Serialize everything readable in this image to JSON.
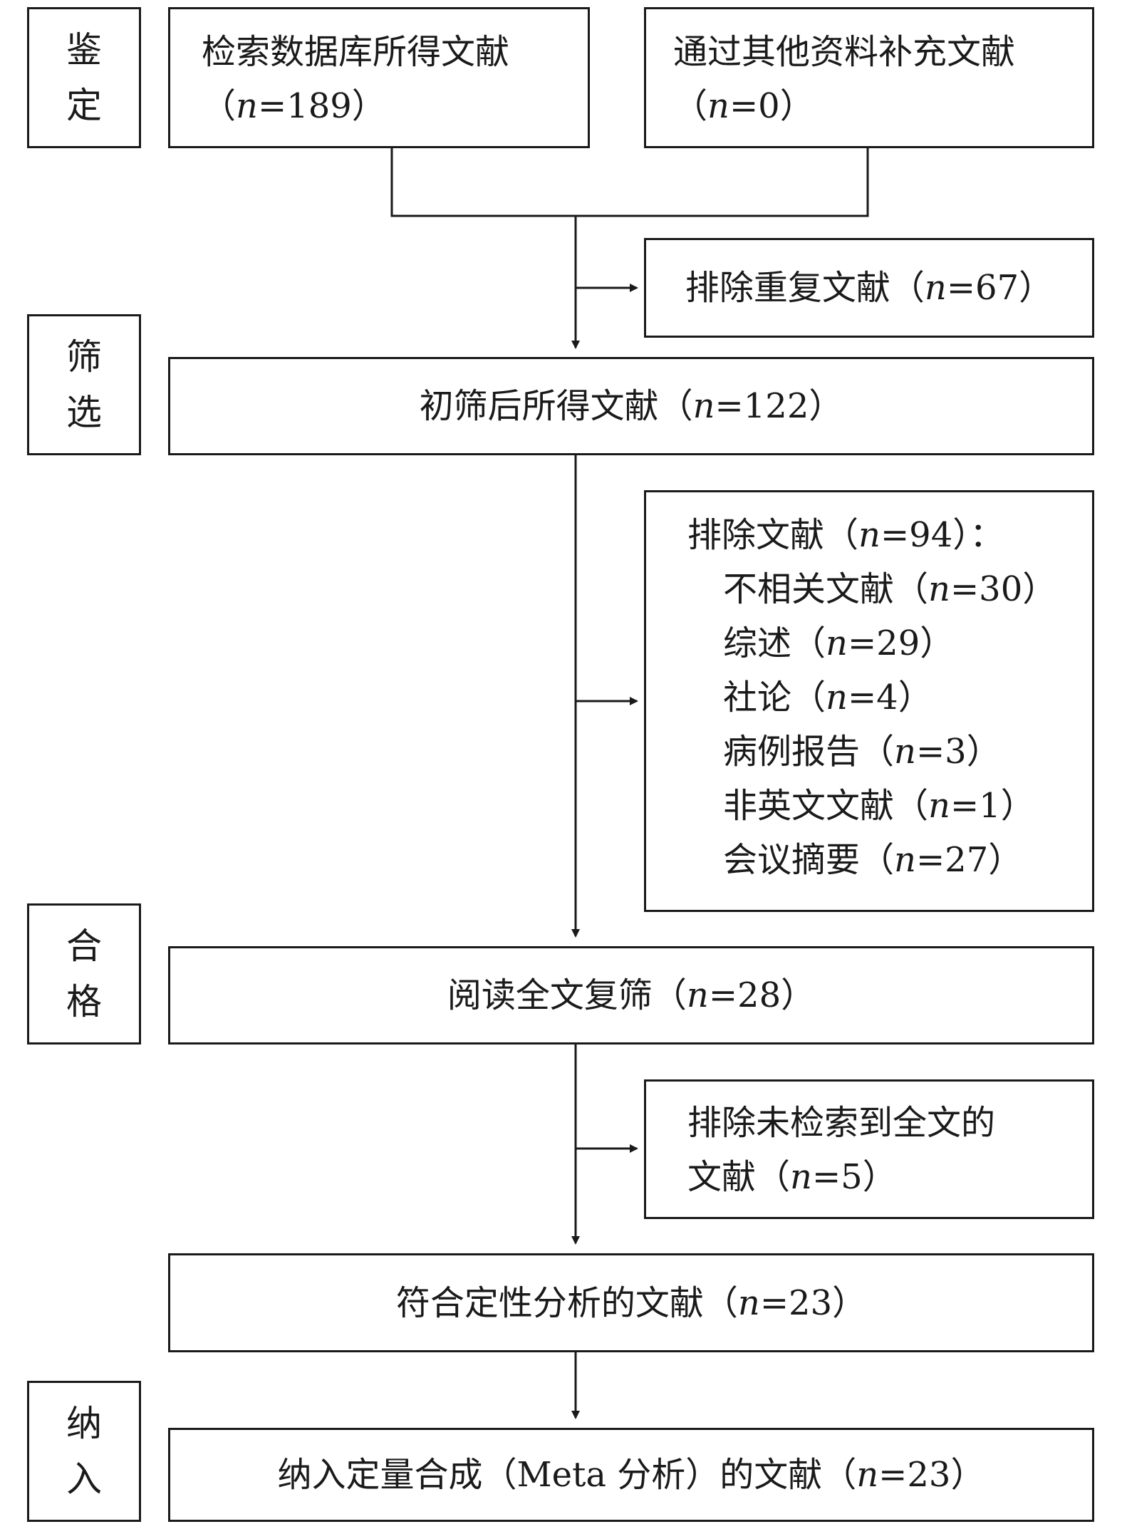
{
  "stages": {
    "identification": [
      "鉴",
      "定"
    ],
    "screening": [
      "筛",
      "选"
    ],
    "eligibility": [
      "合",
      "格"
    ],
    "included": [
      "纳",
      "入"
    ]
  },
  "boxes": {
    "database": {
      "line1": "检索数据库所得文献",
      "pre": "（",
      "n_label": "n",
      "post": "=189）"
    },
    "other_sources": {
      "line1": "通过其他资料补充文献",
      "pre": "（",
      "n_label": "n",
      "post": "=0）"
    },
    "duplicates_removed": {
      "pre": "排除重复文献（",
      "n_label": "n",
      "post": "=67）"
    },
    "after_screening": {
      "pre": "初筛后所得文献（",
      "n_label": "n",
      "post": "=122）"
    },
    "excluded": {
      "header": {
        "pre": "排除文献（",
        "n_label": "n",
        "post": "=94）："
      },
      "items": [
        {
          "pre": "不相关文献（",
          "n_label": "n",
          "post": "=30）"
        },
        {
          "pre": "综述（",
          "n_label": "n",
          "post": "=29）"
        },
        {
          "pre": "社论（",
          "n_label": "n",
          "post": "=4）"
        },
        {
          "pre": "病例报告（",
          "n_label": "n",
          "post": "=3）"
        },
        {
          "pre": "非英文文献（",
          "n_label": "n",
          "post": "=1）"
        },
        {
          "pre": "会议摘要（",
          "n_label": "n",
          "post": "=27）"
        }
      ]
    },
    "fulltext_review": {
      "pre": "阅读全文复筛（",
      "n_label": "n",
      "post": "=28）"
    },
    "fulltext_unavailable": {
      "line1": "排除未检索到全文的",
      "pre": "文献（",
      "n_label": "n",
      "post": "=5）"
    },
    "qualitative": {
      "pre": "符合定性分析的文献（",
      "n_label": "n",
      "post": "=23）"
    },
    "quantitative": {
      "pre": "纳入定量合成（Meta 分析）的文献（",
      "n_label": "n",
      "post": "=23）"
    }
  },
  "colors": {
    "line": "#1a1a1a",
    "background": "#ffffff"
  }
}
